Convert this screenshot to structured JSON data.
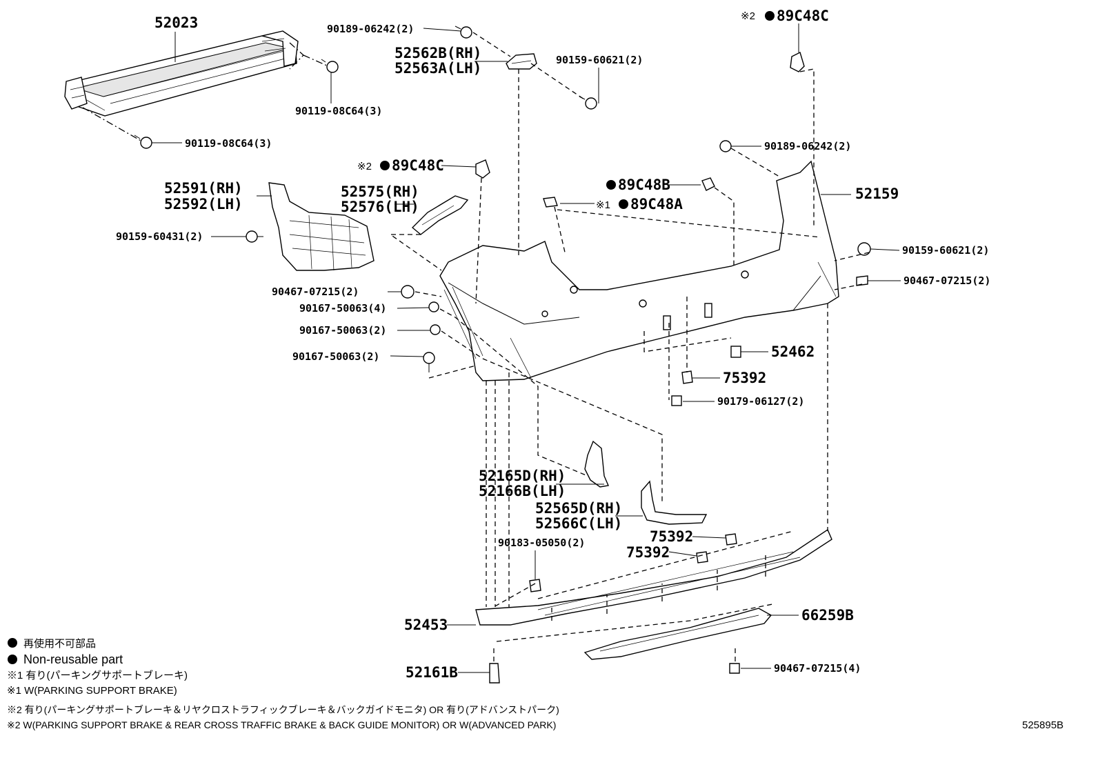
{
  "labels": {
    "p52023": "52023",
    "p90119_a": "90119-08C64(3)",
    "p90119_b": "90119-08C64(3)",
    "p90189_top": "90189-06242(2)",
    "p52562": "52562B(RH)",
    "p52563": "52563A(LH)",
    "p90159_top": "90159-60621(2)",
    "p89c48c_top": "89C48C",
    "p89c48c_top_mark": "※2",
    "p89c48c_mid": "89C48C",
    "p89c48c_mid_mark": "※2",
    "p52591": "52591(RH)",
    "p52592": "52592(LH)",
    "p52575": "52575(RH)",
    "p52576": "52576(LH)",
    "p90159_60431": "90159-60431(2)",
    "p89c48b": "89C48B",
    "p89c48a": "89C48A",
    "p89c48a_mark": "※1",
    "p90189_right": "90189-06242(2)",
    "p52159": "52159",
    "p90159_right": "90159-60621(2)",
    "p90467_right": "90467-07215(2)",
    "p90467_left": "90467-07215(2)",
    "p90167_4": "90167-50063(4)",
    "p90167_2a": "90167-50063(2)",
    "p90167_2b": "90167-50063(2)",
    "p52462": "52462",
    "p75392_a": "75392",
    "p90179": "90179-06127(2)",
    "p52165d": "52165D(RH)",
    "p52166b": "52166B(LH)",
    "p52565d": "52565D(RH)",
    "p52566c": "52566C(LH)",
    "p75392_b": "75392",
    "p75392_c": "75392",
    "p90183": "90183-05050(2)",
    "p52453": "52453",
    "p66259b": "66259B",
    "p52161b": "52161B",
    "p90467_bottom": "90467-07215(4)"
  },
  "legend": {
    "line1": "再使用不可部品",
    "line2": "Non-reusable part",
    "line3": "※1 有り(パーキングサポートブレーキ)",
    "line4": "※1 W(PARKING SUPPORT BRAKE)",
    "line5": "※2 有り(パーキングサポートブレーキ＆リヤクロストラフィックブレーキ＆バックガイドモニタ) OR 有り(アドバンストパーク)",
    "line6": "※2 W(PARKING SUPPORT BRAKE & REAR CROSS TRAFFIC BRAKE & BACK GUIDE MONITOR) OR W(ADVANCED PARK)"
  },
  "diagram_code": "525895B"
}
